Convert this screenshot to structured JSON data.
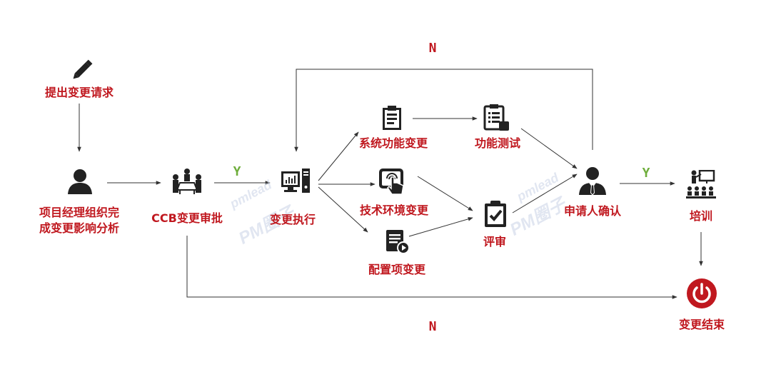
{
  "nodes": {
    "request": "提出变更请求",
    "pm_analysis": "项目经理组织完成变更影响分析",
    "ccb": "CCB变更审批",
    "execute": "变更执行",
    "func_change": "系统功能变更",
    "tech_change": "技术环境变更",
    "config_change": "配置项变更",
    "func_test": "功能测试",
    "review": "评审",
    "confirm": "申请人确认",
    "training": "培训",
    "end": "变更结束"
  },
  "edges": {
    "yes_1": "Y",
    "yes_2": "Y",
    "no_top": "N",
    "no_bottom": "N"
  },
  "watermark": {
    "small": "pmlead",
    "big": "PM圈子"
  },
  "colors": {
    "label": "#c0181f",
    "yes": "#6fae3c",
    "icon": "#222222",
    "line": "#333333",
    "power": "#c0181f"
  },
  "icons": [
    "pencil-icon",
    "person-icon",
    "meeting-icon",
    "computer-icon",
    "clipboard-icon",
    "touch-screen-icon",
    "document-play-icon",
    "checklist-icon",
    "clipboard-check-icon",
    "businessman-icon",
    "classroom-icon",
    "power-icon"
  ]
}
